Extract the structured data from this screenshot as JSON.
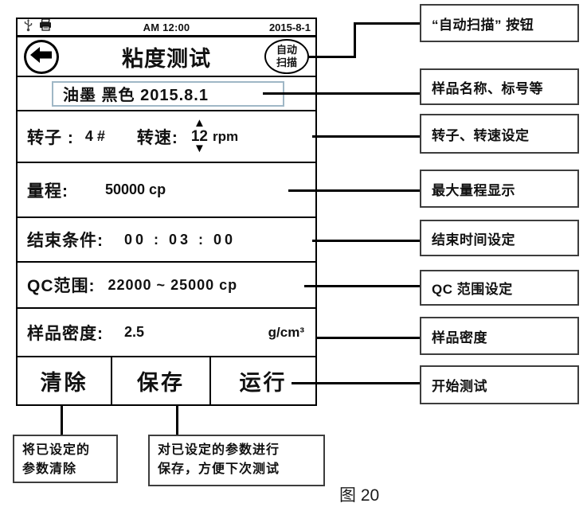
{
  "screen": {
    "status_bar": {
      "time": "AM 12:00",
      "date": "2015-8-1",
      "icons": [
        "usb-icon",
        "printer-icon"
      ]
    },
    "title_bar": {
      "title": "粘度测试",
      "back_icon": "back-arrow-icon",
      "auto_scan_button": {
        "line1": "自动",
        "line2": "扫描"
      }
    },
    "sample_field": {
      "value": "油墨 黑色 2015.8.1"
    },
    "rotor_row": {
      "rotor_label": "转子 :",
      "rotor_value": "4 #",
      "speed_label": "转速:",
      "speed_value": "12",
      "speed_unit": "rpm",
      "up_arrow": "▲",
      "down_arrow": "▼"
    },
    "range_row": {
      "label": "量程:",
      "value": "50000 cp"
    },
    "end_row": {
      "label": "结束条件:",
      "value": "00 : 03 : 00"
    },
    "qc_row": {
      "label": "QC范围:",
      "value": "22000 ~ 25000 cp"
    },
    "density_row": {
      "label": "样品密度:",
      "value": "2.5",
      "unit": "g/cm³"
    },
    "buttons": {
      "clear": "清除",
      "save": "保存",
      "run": "运行"
    }
  },
  "callouts": {
    "right": [
      "“自动扫描” 按钮",
      "样品名称、标号等",
      "转子、转速设定",
      "最大量程显示",
      "结束时间设定",
      "QC 范围设定",
      "样品密度",
      "开始测试"
    ],
    "bottom": [
      {
        "line1": "将已设定的",
        "line2": "参数清除"
      },
      {
        "line1": "对已设定的参数进行",
        "line2": "保存，方便下次测试"
      }
    ]
  },
  "caption": "图 20",
  "colors": {
    "sample_box_border": "#9fb7c6",
    "line": "#000000"
  }
}
